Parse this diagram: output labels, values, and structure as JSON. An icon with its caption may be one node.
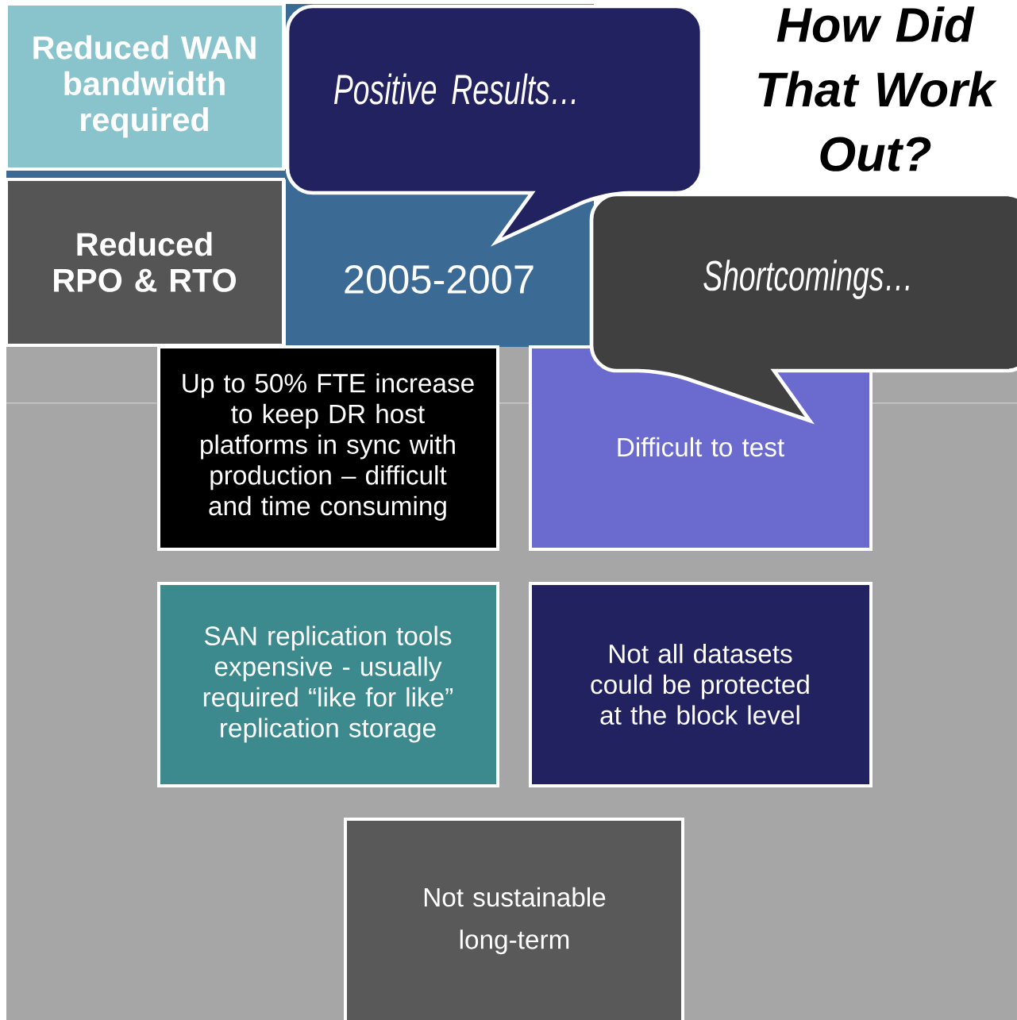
{
  "diagram": {
    "title": "How Did That Work Out?",
    "nodes": [
      {
        "text": [
          "Reduced WAN bandwidth required"
        ]
      },
      {
        "text": [
          "Reduced RPO & RTO"
        ]
      },
      {
        "text": [
          "2005-2007"
        ]
      },
      {
        "text": [
          "Positive Results…"
        ]
      },
      {
        "text": [
          "Shortcomings…"
        ]
      },
      {
        "text": [
          "Up to 50% FTE increase to keep DR host platforms in sync with production – difficult and time consuming"
        ]
      },
      {
        "text": [
          "Difficult to test"
        ]
      },
      {
        "text": [
          "SAN replication tools expensive - usually required “like for like” replication storage"
        ]
      },
      {
        "text": [
          "Not all datasets could be protected at the block level"
        ]
      },
      {
        "text": [
          "Not sustainable long-term"
        ]
      }
    ]
  }
}
